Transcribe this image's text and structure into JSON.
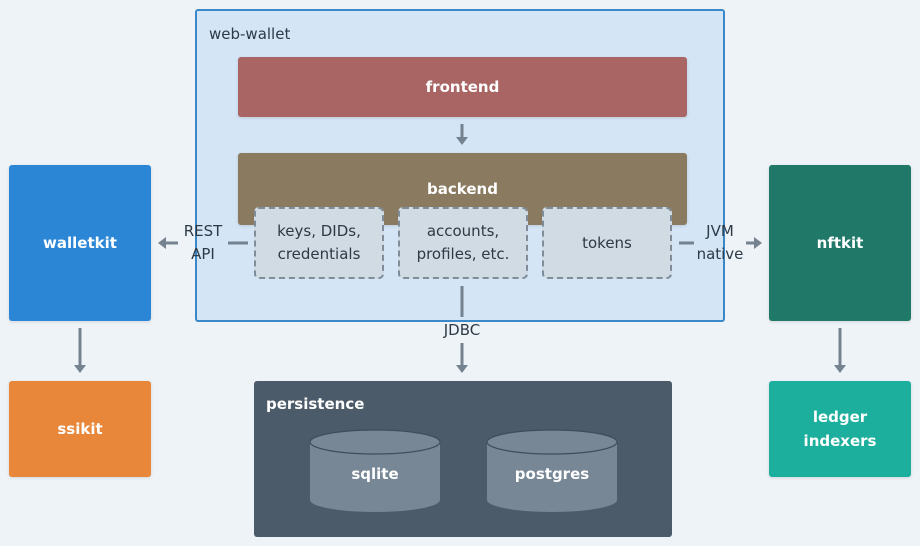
{
  "web_wallet": {
    "label": "web-wallet",
    "frontend": "frontend",
    "backend": "backend",
    "components": [
      "keys, DIDs,\ncredentials",
      "accounts,\nprofiles, etc.",
      "tokens"
    ]
  },
  "walletkit": "walletkit",
  "ssikit": "ssikit",
  "nftkit": "nftkit",
  "ledger_indexers": "ledger\nindexers",
  "connections": {
    "rest_api": "REST\nAPI",
    "jvm_native": "JVM\nnative",
    "jdbc": "JDBC"
  },
  "persistence": {
    "label": "persistence",
    "databases": [
      "sqlite",
      "postgres"
    ]
  },
  "colors": {
    "frontend": "#a86564",
    "backend": "#8a7a5f",
    "walletkit": "#2c86d6",
    "ssikit": "#e8873a",
    "nftkit": "#1f7868",
    "ledger": "#1daf9d",
    "persistence": "#4b5b69",
    "arrow": "#75828f"
  }
}
